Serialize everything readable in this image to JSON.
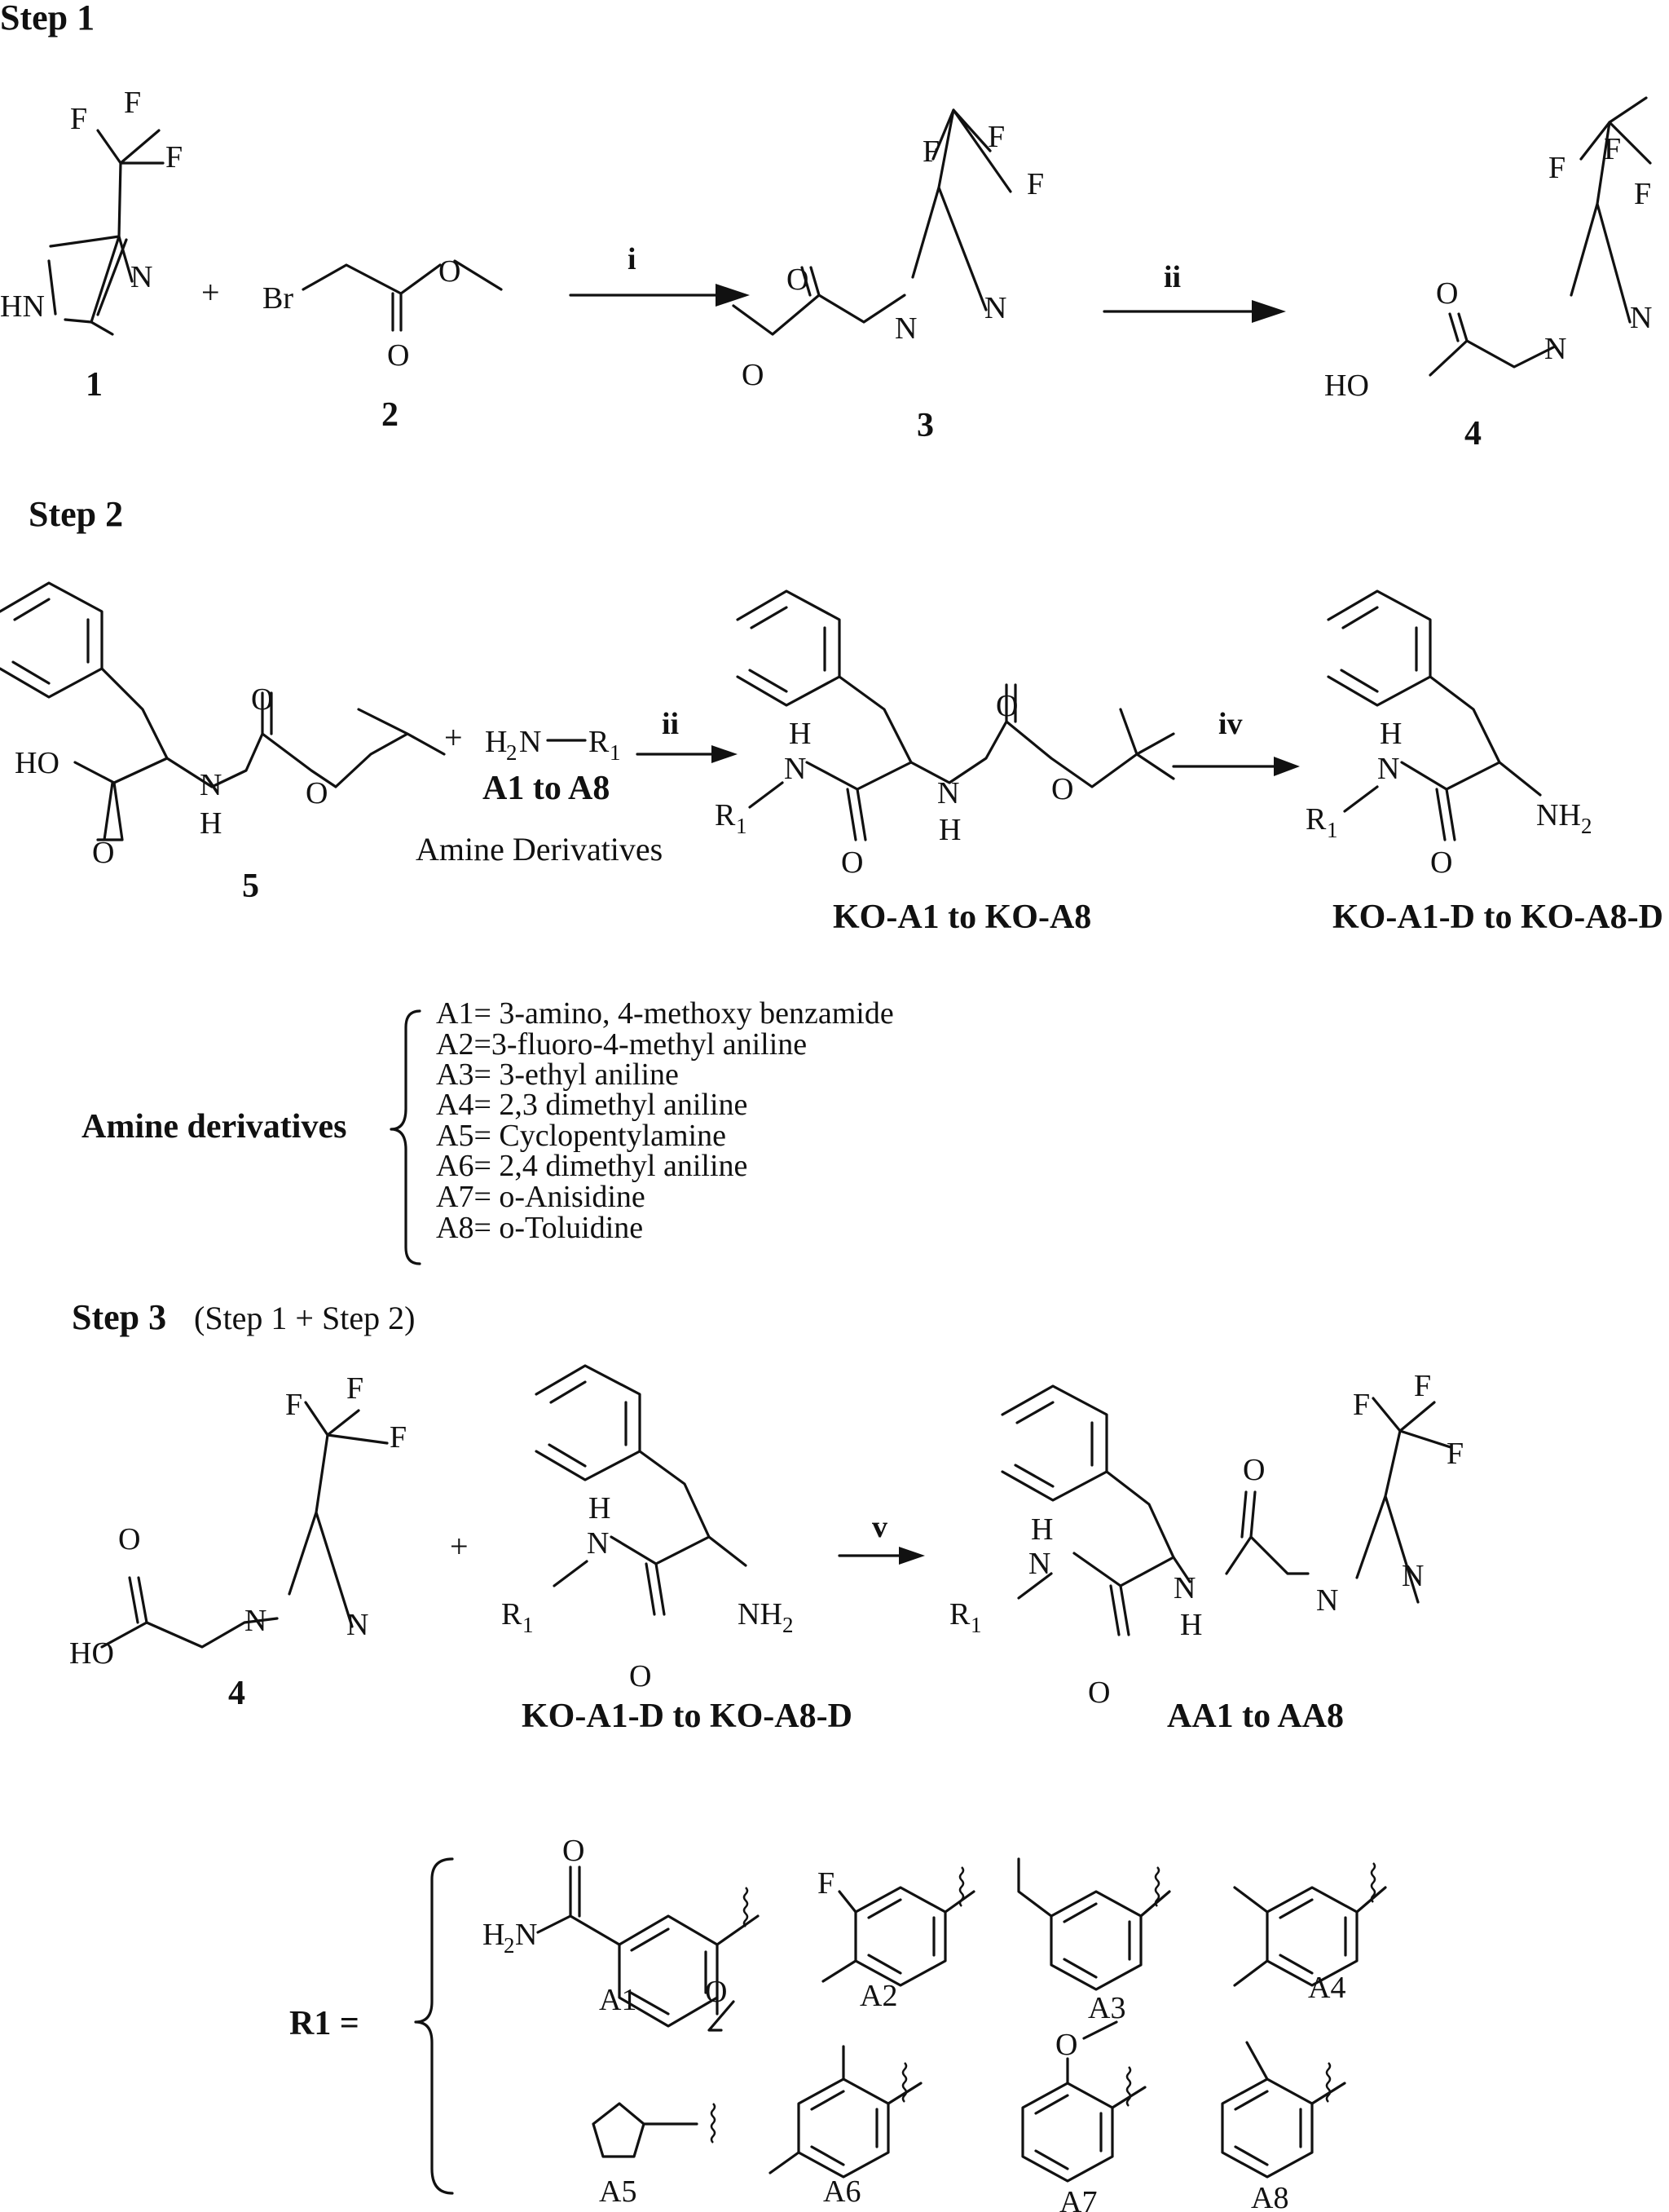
{
  "steps": {
    "step1": "Step 1",
    "step2": "Step 2",
    "step3": "Step 3",
    "step3_note": "(Step 1 + Step 2)"
  },
  "compounds": {
    "c1": "1",
    "c2": "2",
    "c3": "3",
    "c4": "4",
    "c4b": "4",
    "c5": "5",
    "ko_a": "KO-A1 to KO-A8",
    "ko_d": "KO-A1-D to KO-A8-D",
    "ko_d2": "KO-A1-D to KO-A8-D",
    "aa": "AA1 to AA8",
    "a1_to_a8": "A1 to A8"
  },
  "reagents": {
    "i": "i",
    "ii_a": "ii",
    "ii_b": "ii",
    "iv": "iv",
    "v": "v"
  },
  "plus": "+",
  "amine_caption": "Amine Derivatives",
  "amine_derivatives": {
    "label": "Amine derivatives",
    "items": [
      "A1= 3-amino, 4-methoxy benzamide",
      "A2=3-fluoro-4-methyl aniline",
      "A3= 3-ethyl aniline",
      "A4= 2,3 dimethyl aniline",
      "A5= Cyclopentylamine",
      "A6= 2,4 dimethyl aniline",
      "A7= o-Anisidine",
      "A8= o-Toluidine"
    ]
  },
  "r1": {
    "label": "R1 =",
    "substituents": [
      "A1",
      "A2",
      "A3",
      "A4",
      "A5",
      "A6",
      "A7",
      "A8"
    ]
  },
  "atoms": {
    "F": "F",
    "N": "N",
    "O": "O",
    "HN": "HN",
    "HO": "HO",
    "Br": "Br",
    "H": "H",
    "NH": "NH",
    "H2N": "H",
    "N1": "N",
    "R": "R",
    "sub1": "1",
    "sub2": "2"
  }
}
